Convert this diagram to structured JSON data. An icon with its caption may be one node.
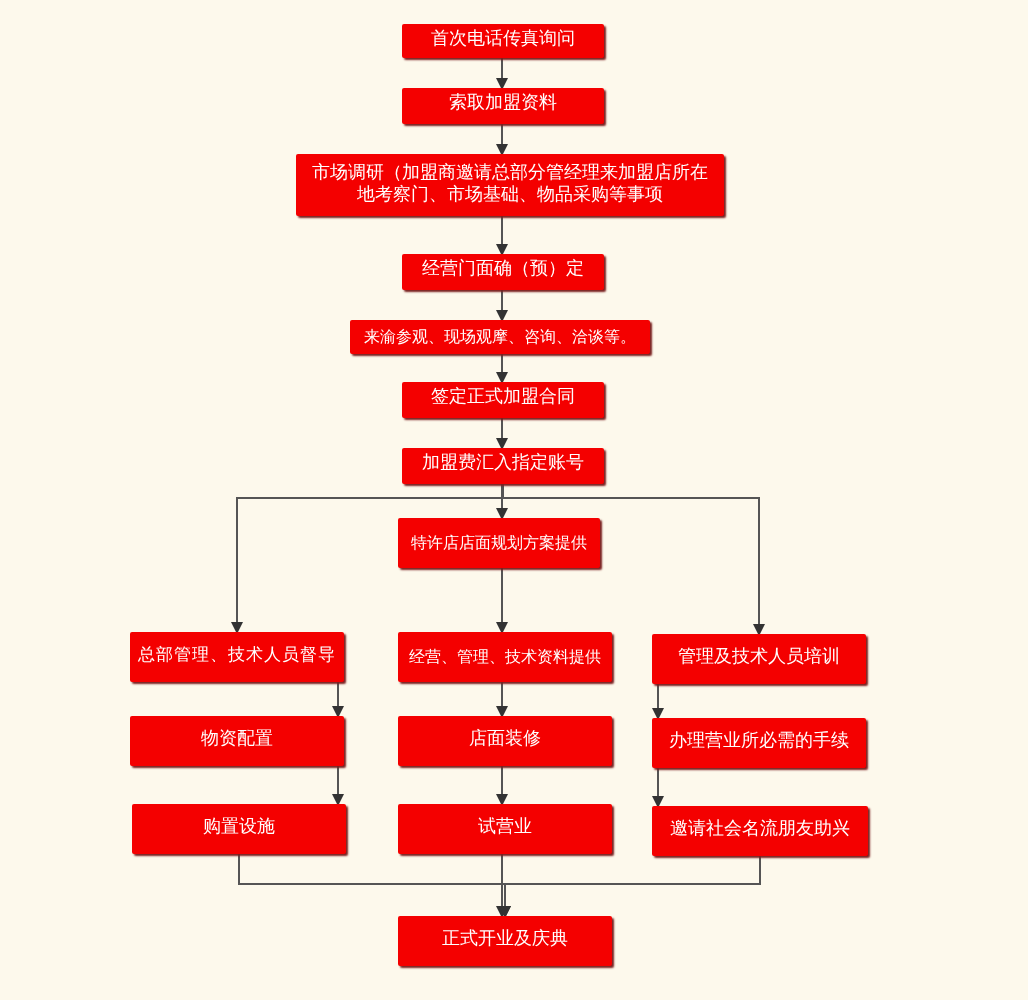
{
  "diagram": {
    "nodes": [
      {
        "text": [
          "首次电话传真询问"
        ]
      },
      {
        "text": [
          "索取加盟资料"
        ]
      },
      {
        "text": [
          "市场调研（加盟商邀请总部分管经理来加盟店所在地考察门、市场基础、物品采购等事项"
        ]
      },
      {
        "text": [
          "经营门面确（预）定"
        ]
      },
      {
        "text": [
          "来渝参观、现场观摩、咨询、洽谈等。"
        ]
      },
      {
        "text": [
          "签定正式加盟合同"
        ]
      },
      {
        "text": [
          "加盟费汇入指定账号"
        ]
      },
      {
        "text": [
          "特许店店面规划方案提供"
        ]
      },
      {
        "text": [
          "总部管理、技术人员督导"
        ]
      },
      {
        "text": [
          "经营、管理、技术资料提供"
        ]
      },
      {
        "text": [
          "管理及技术人员培训"
        ]
      },
      {
        "text": [
          "物资配置"
        ]
      },
      {
        "text": [
          "店面装修"
        ]
      },
      {
        "text": [
          "办理营业所必需的手续"
        ]
      },
      {
        "text": [
          "购置设施"
        ]
      },
      {
        "text": [
          "试营业"
        ]
      },
      {
        "text": [
          "邀请社会名流朋友助兴"
        ]
      },
      {
        "text": [
          "正式开业及庆典"
        ]
      }
    ],
    "edges": [
      {
        "from": 0,
        "to": 1,
        "arrow": "to"
      },
      {
        "from": 1,
        "to": 2,
        "arrow": "to"
      },
      {
        "from": 2,
        "to": 3,
        "arrow": "to"
      },
      {
        "from": 3,
        "to": 4,
        "arrow": "to"
      },
      {
        "from": 4,
        "to": 5,
        "arrow": "to"
      },
      {
        "from": 5,
        "to": 6,
        "arrow": "to"
      },
      {
        "from": 6,
        "to": 7,
        "arrow": "to"
      },
      {
        "from": 6,
        "to": 8,
        "arrow": "to"
      },
      {
        "from": 6,
        "to": 10,
        "arrow": "to"
      },
      {
        "from": 7,
        "to": 9,
        "arrow": "to"
      },
      {
        "from": 8,
        "to": 11,
        "arrow": "to"
      },
      {
        "from": 11,
        "to": 14,
        "arrow": "to"
      },
      {
        "from": 9,
        "to": 12,
        "arrow": "to"
      },
      {
        "from": 12,
        "to": 15,
        "arrow": "to"
      },
      {
        "from": 10,
        "to": 13,
        "arrow": "to"
      },
      {
        "from": 13,
        "to": 16,
        "arrow": "to"
      },
      {
        "from": 14,
        "to": 17,
        "arrow": "to"
      },
      {
        "from": 15,
        "to": 17,
        "arrow": "to"
      },
      {
        "from": 16,
        "to": 17,
        "arrow": "to"
      }
    ]
  }
}
